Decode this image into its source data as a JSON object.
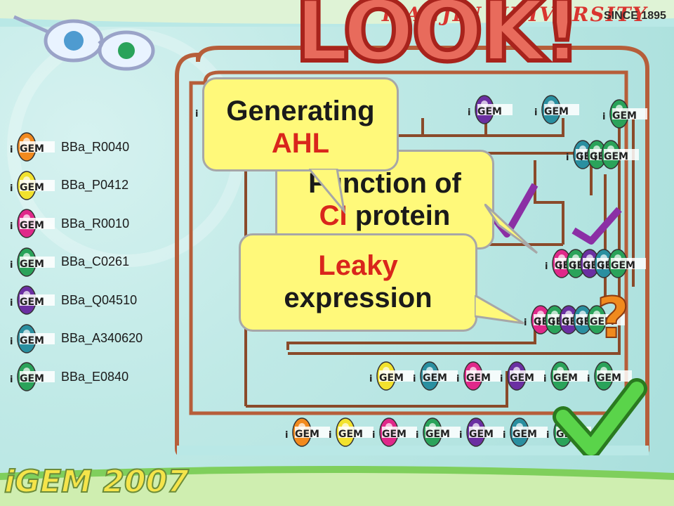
{
  "header": {
    "university": "TIANJIN UNIVERSITY",
    "since": "SINCE 1895",
    "banner": "LOOK!"
  },
  "legend": {
    "items": [
      {
        "label": "BBa_R0040",
        "color": "#f28a1e"
      },
      {
        "label": "BBa_P0412",
        "color": "#f2e22e"
      },
      {
        "label": "BBa_R0010",
        "color": "#e0288a"
      },
      {
        "label": "BBa_C0261",
        "color": "#2aa35a"
      },
      {
        "label": "BBa_Q04510",
        "color": "#6b2fa2"
      },
      {
        "label": "BBa_A340620",
        "color": "#2a8fa0"
      },
      {
        "label": "BBa_E0840",
        "color": "#2aa35a"
      }
    ]
  },
  "bubbles": {
    "generating": {
      "line1": "Generating",
      "line2": "AHL"
    },
    "function": {
      "line1": "Function of",
      "line2a": "CI",
      "line2b": " protein"
    },
    "leaky": {
      "line1": "Leaky",
      "line2": "expression"
    }
  },
  "logo_text": "GEM",
  "footer": {
    "brand": "iGEM 2007"
  },
  "colors": {
    "cell_wall": "#b65e3a",
    "wire": "#8a4a2a",
    "bubble_fill": "#fff97a",
    "check_green": "#33b52e",
    "check_purple": "#8b2fa5",
    "question_orange": "#f08a1e"
  }
}
